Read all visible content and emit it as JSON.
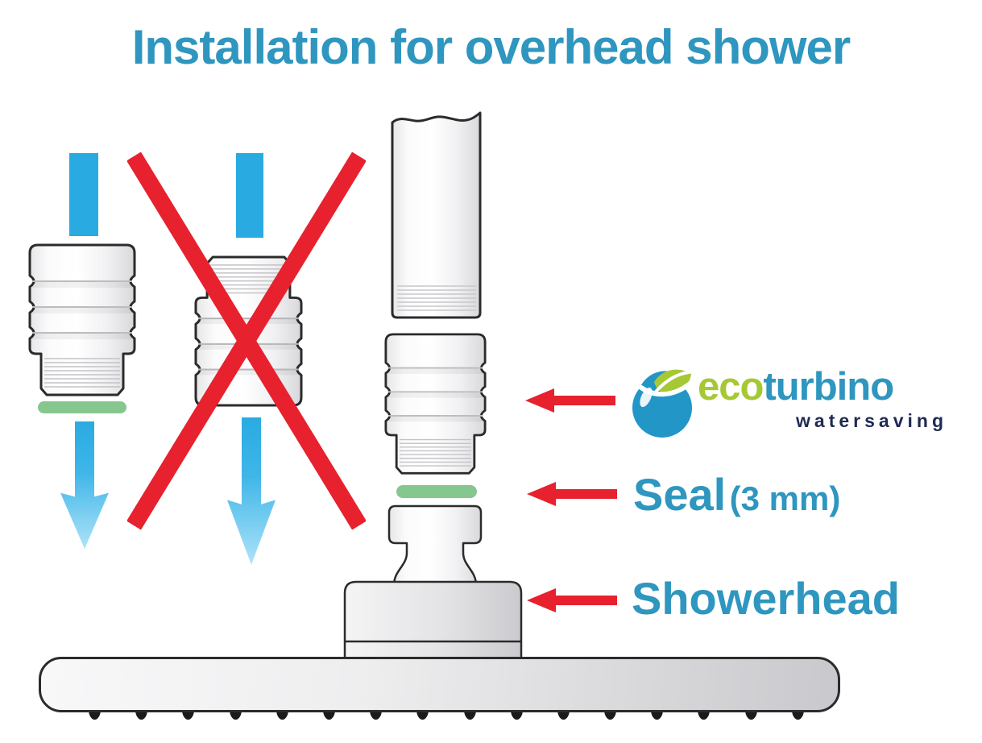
{
  "title": "Installation for overhead shower",
  "brand": {
    "name_part1": "eco",
    "name_part2": "turbino",
    "tagline": "watersaving",
    "logo_icon": "water-drop-leaf-icon"
  },
  "callouts": {
    "adapter_pointer_icon": "left-arrow-icon",
    "seal": {
      "label": "Seal",
      "size": "(3 mm)"
    },
    "showerhead": {
      "label": "Showerhead"
    }
  },
  "figures": {
    "correct_orientation_icon": "down-flow-arrow-icon",
    "wrong_orientation_icon": "red-cross-icon",
    "nozzle_count": 16
  },
  "colors": {
    "heading_blue": "#2E96BF",
    "brand_green": "#A6C835",
    "brand_navy": "#1F2A53",
    "alert_red": "#E7212E",
    "water_blue": "#29ABE2",
    "water_light": "#AEE3F8",
    "seal_green": "#85C78E"
  }
}
